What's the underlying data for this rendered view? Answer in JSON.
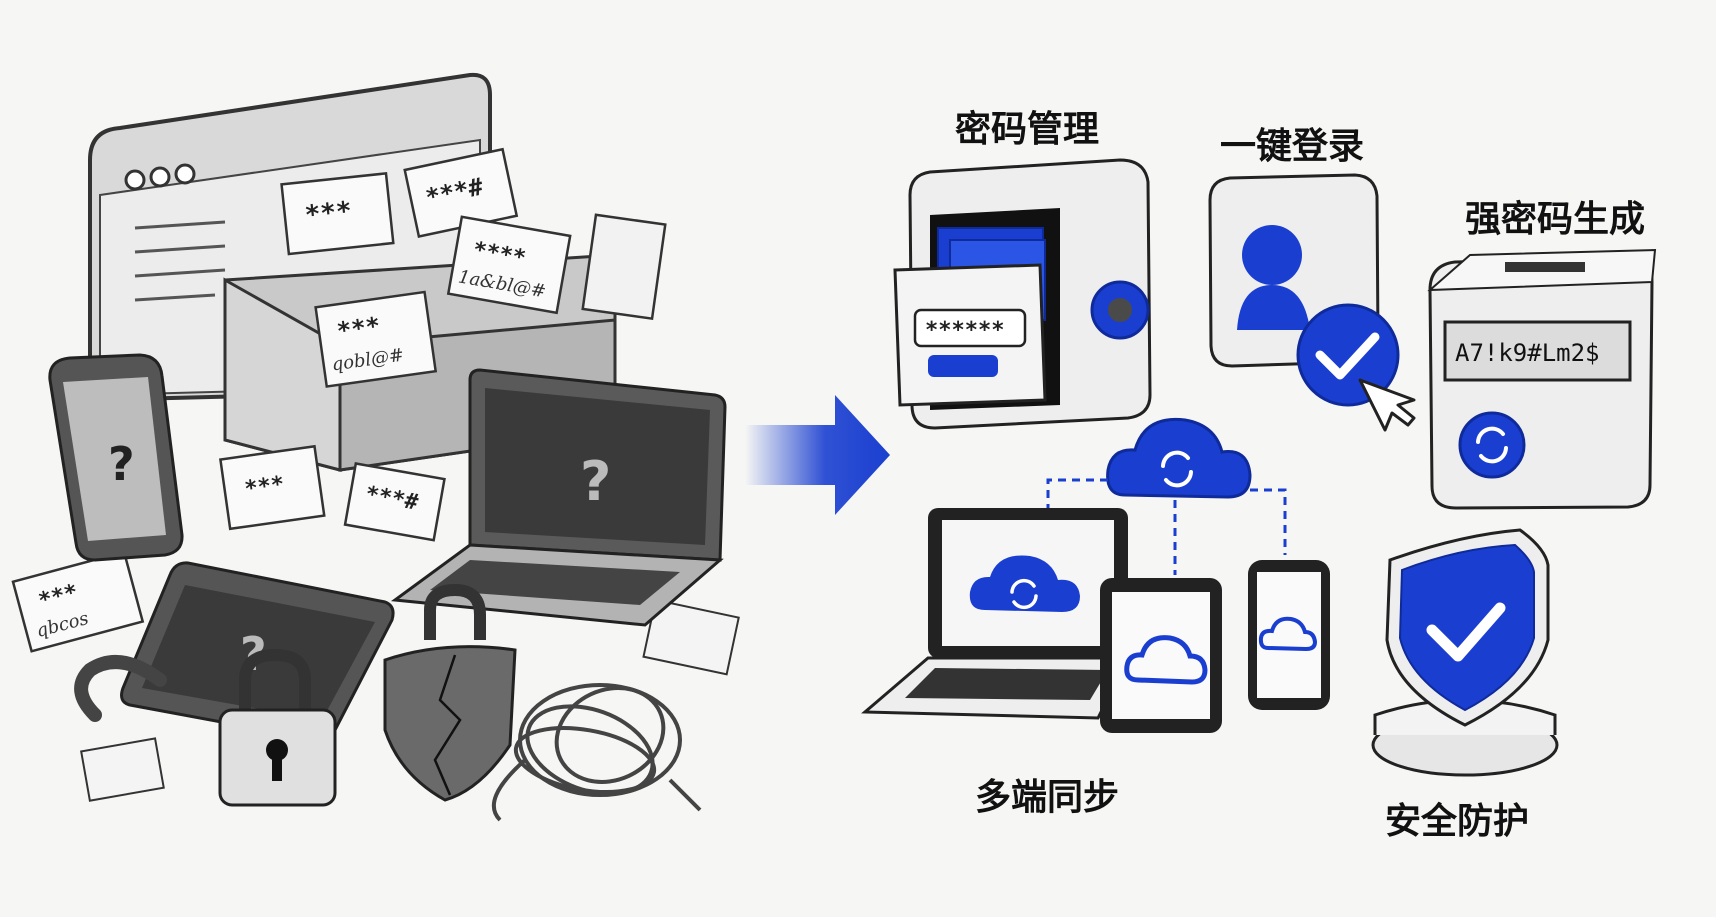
{
  "colors": {
    "accent": "#1a3fd0",
    "accent_dark": "#0f2a9a",
    "gray": "#8a8a8a",
    "bg": "#f6f6f4"
  },
  "left": {
    "note_stars": "***",
    "note_stars4": "****",
    "note_stars_hash": "***#",
    "note_scribble_1": "1a&bl@#",
    "note_scribble_2": "qobl@#",
    "note_scribble_3": "qbcos",
    "unknown_mark": "?"
  },
  "features": {
    "password_mgmt": {
      "label": "密码管理",
      "masked": "******"
    },
    "one_click_login": {
      "label": "一键登录"
    },
    "strong_password": {
      "label": "强密码生成",
      "sample": "A7!k9#Lm2$"
    },
    "multi_sync": {
      "label": "多端同步"
    },
    "security": {
      "label": "安全防护"
    }
  },
  "icons": [
    "browser-window-icon",
    "password-notes-box-icon",
    "phone-icon",
    "laptop-icon",
    "tablet-icon",
    "padlock-icon",
    "cracked-shield-icon",
    "tangled-cable-icon",
    "arrow-right-icon",
    "safe-vault-icon",
    "user-check-icon",
    "cursor-icon",
    "password-generator-icon",
    "refresh-icon",
    "cloud-sync-icon",
    "shield-check-icon"
  ]
}
